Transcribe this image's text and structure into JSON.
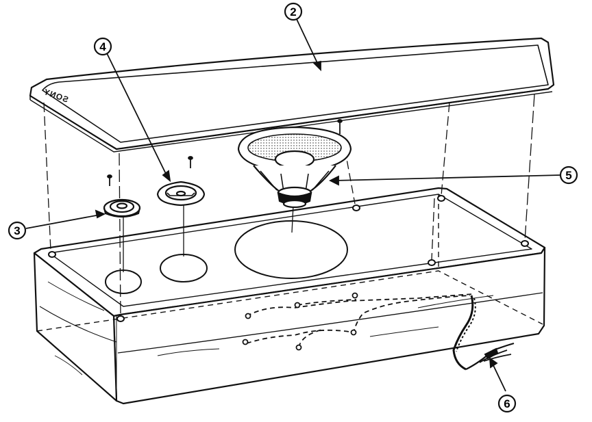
{
  "diagram": {
    "brand_logo": "SONY",
    "callouts": [
      {
        "id": "callout-2",
        "number": "2"
      },
      {
        "id": "callout-3",
        "number": "3"
      },
      {
        "id": "callout-4",
        "number": "4"
      },
      {
        "id": "callout-5",
        "number": "5"
      },
      {
        "id": "callout-6",
        "number": "6"
      }
    ],
    "colors": {
      "ink": "#111111",
      "paper": "#ffffff"
    }
  }
}
